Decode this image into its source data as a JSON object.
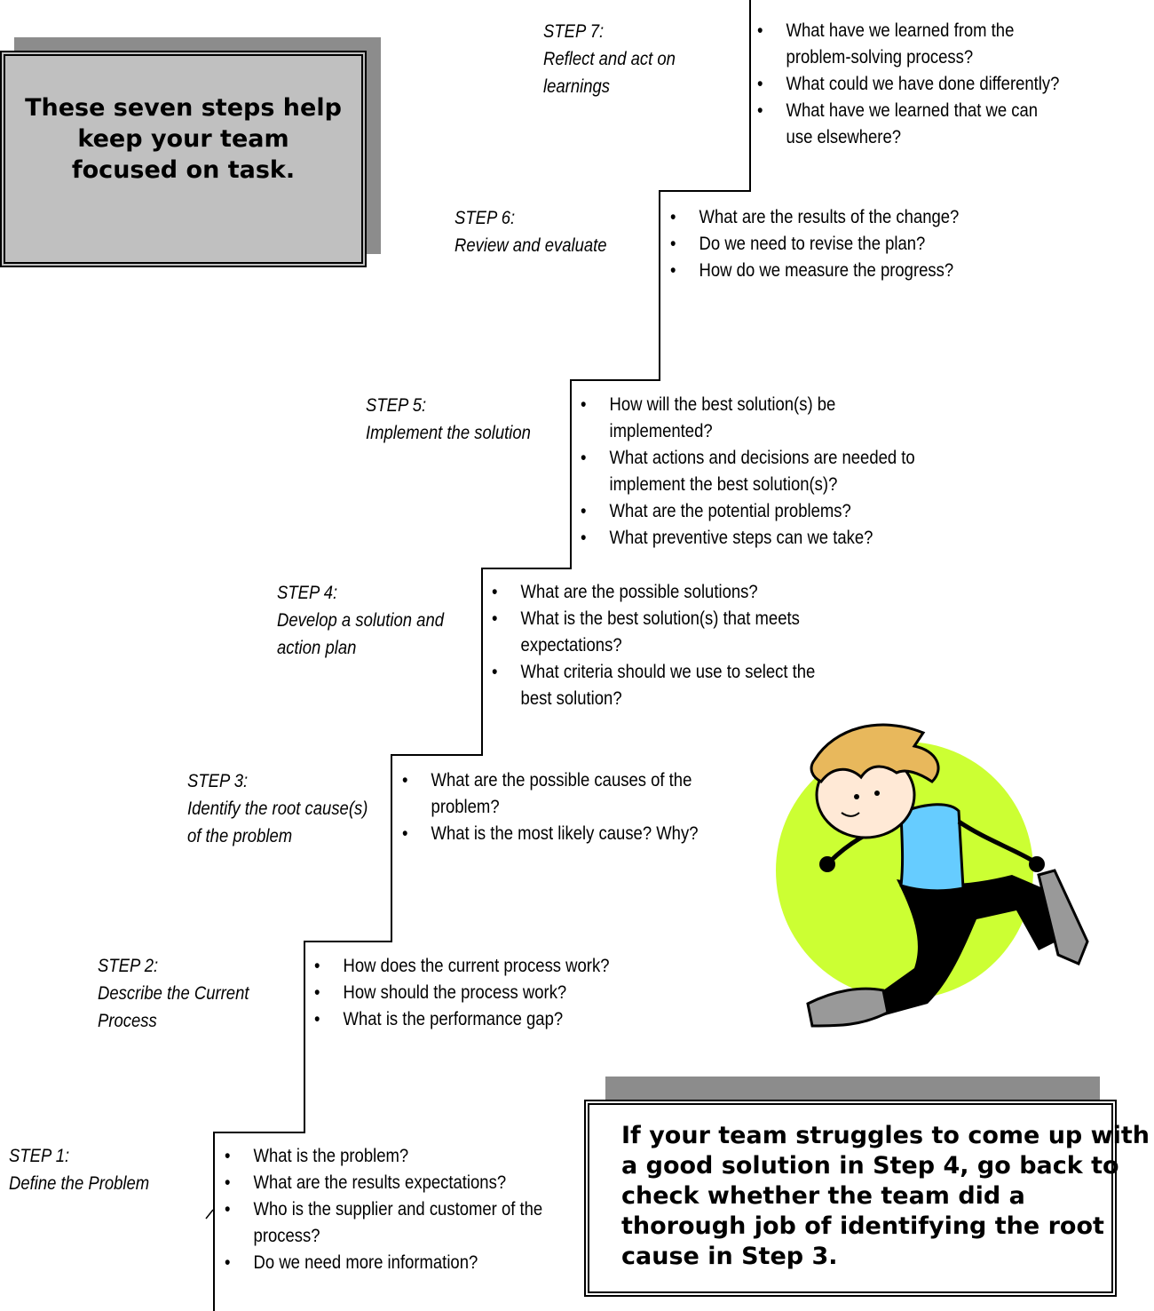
{
  "top_note": "These seven steps help keep your team focused on task.",
  "bottom_note": "If your team struggles to come up with a good solution in Step 4, go back to check whether the team did a thorough job of identifying the root cause in Step 3.",
  "colors": {
    "box_fill": "#c0c0c0",
    "box_shadow": "#8c8c8c",
    "circle": "#ccff33",
    "shirt": "#66ccff",
    "hair": "#e8b85c"
  },
  "steps": [
    {
      "number": "STEP 1:",
      "title": "Define the Problem",
      "questions": [
        "What is the problem?",
        "What are the results expectations?",
        "Who is the supplier and customer of the",
        "process?",
        "Do we need more information?"
      ]
    },
    {
      "number": "STEP 2:",
      "title_lines": [
        "Describe the Current",
        "Process"
      ],
      "questions": [
        "How does the current process work?",
        "How should the process work?",
        "What is the performance gap?"
      ]
    },
    {
      "number": "STEP 3:",
      "title_lines": [
        "Identify the root cause(s)",
        "of the problem"
      ],
      "questions": [
        "What are the possible causes of the",
        "problem?",
        "What is the most likely cause? Why?"
      ]
    },
    {
      "number": "STEP 4:",
      "title_lines": [
        "Develop a solution and",
        "action plan"
      ],
      "questions": [
        "What are the possible solutions?",
        "What is the best solution(s) that meets",
        "expectations?",
        "What criteria should we use to select the",
        "best solution?"
      ]
    },
    {
      "number": "STEP 5:",
      "title": "Implement the solution",
      "questions": [
        "How will the best solution(s) be",
        "implemented?",
        "What actions and decisions are needed to",
        "implement the best solution(s)?",
        "What are the potential problems?",
        "What preventive steps can we take?"
      ]
    },
    {
      "number": "STEP 6:",
      "title": "Review and evaluate",
      "questions": [
        "What are the results of the change?",
        "Do we need to revise the plan?",
        "How do we measure the progress?"
      ]
    },
    {
      "number": "STEP 7:",
      "title_lines": [
        "Reflect and act on",
        "learnings"
      ],
      "questions": [
        "What have we learned from the",
        "problem-solving process?",
        "What could we have done differently?",
        "What have we learned that we can",
        "use elsewhere?"
      ]
    }
  ]
}
